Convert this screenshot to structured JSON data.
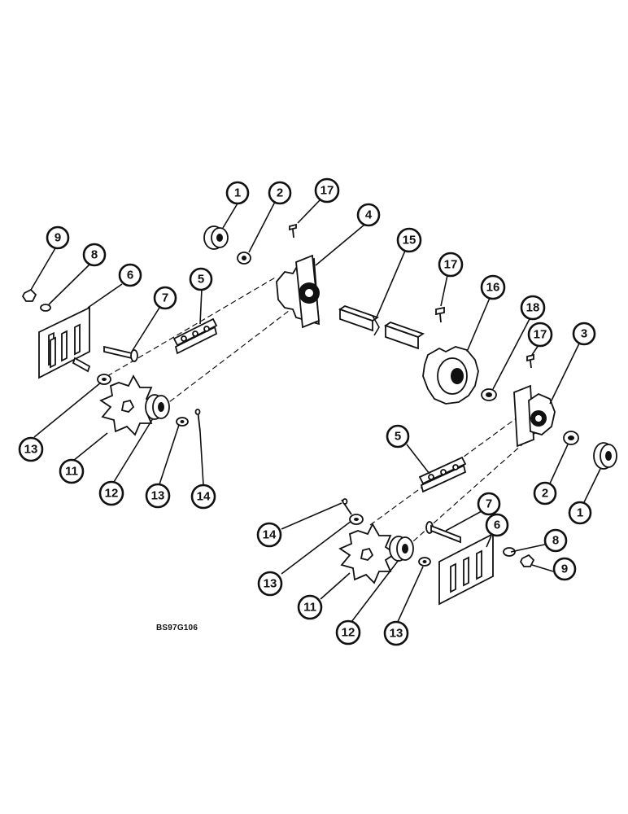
{
  "diagram": {
    "reference_code": "BS97G106",
    "callouts": [
      {
        "id": "c1a",
        "label": "1"
      },
      {
        "id": "c2a",
        "label": "2"
      },
      {
        "id": "c17a",
        "label": "17"
      },
      {
        "id": "c4",
        "label": "4"
      },
      {
        "id": "c9a",
        "label": "9"
      },
      {
        "id": "c8a",
        "label": "8"
      },
      {
        "id": "c6a",
        "label": "6"
      },
      {
        "id": "c5a",
        "label": "5"
      },
      {
        "id": "c7a",
        "label": "7"
      },
      {
        "id": "c15",
        "label": "15"
      },
      {
        "id": "c17b",
        "label": "17"
      },
      {
        "id": "c16",
        "label": "16"
      },
      {
        "id": "c18",
        "label": "18"
      },
      {
        "id": "c17c",
        "label": "17"
      },
      {
        "id": "c3",
        "label": "3"
      },
      {
        "id": "c13a",
        "label": "13"
      },
      {
        "id": "c11a",
        "label": "11"
      },
      {
        "id": "c12a",
        "label": "12"
      },
      {
        "id": "c13b",
        "label": "13"
      },
      {
        "id": "c14a",
        "label": "14"
      },
      {
        "id": "c5b",
        "label": "5"
      },
      {
        "id": "c2b",
        "label": "2"
      },
      {
        "id": "c1b",
        "label": "1"
      },
      {
        "id": "c7b",
        "label": "7"
      },
      {
        "id": "c6b",
        "label": "6"
      },
      {
        "id": "c14b",
        "label": "14"
      },
      {
        "id": "c13c",
        "label": "13"
      },
      {
        "id": "c8b",
        "label": "8"
      },
      {
        "id": "c9b",
        "label": "9"
      },
      {
        "id": "c11b",
        "label": "11"
      },
      {
        "id": "c12b",
        "label": "12"
      },
      {
        "id": "c13d",
        "label": "13"
      }
    ]
  }
}
